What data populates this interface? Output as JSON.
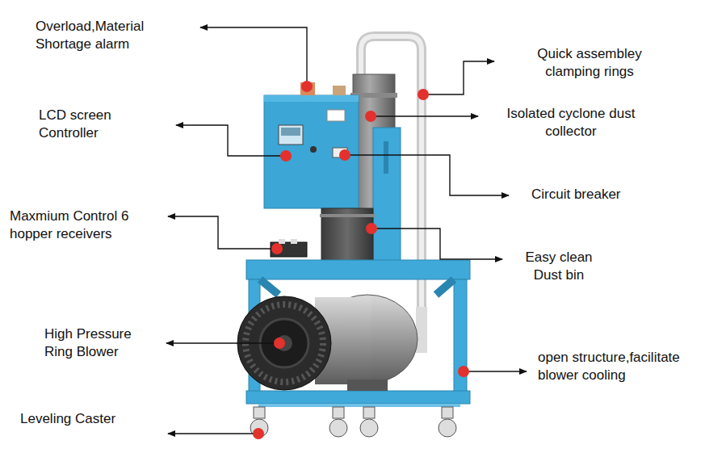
{
  "diagram": {
    "labels": [
      "Overload,Material Shortage alarm",
      "Quick assembley clamping rings",
      "LCD screen Controller",
      "Isolated cyclone dust collector",
      "Circuit breaker",
      "Maxmium Control 6 hopper receivers",
      "Easy clean Dust bin",
      "High Pressure Ring Blower",
      "open structure,facilitate blower cooling",
      "Leveling Caster"
    ]
  }
}
